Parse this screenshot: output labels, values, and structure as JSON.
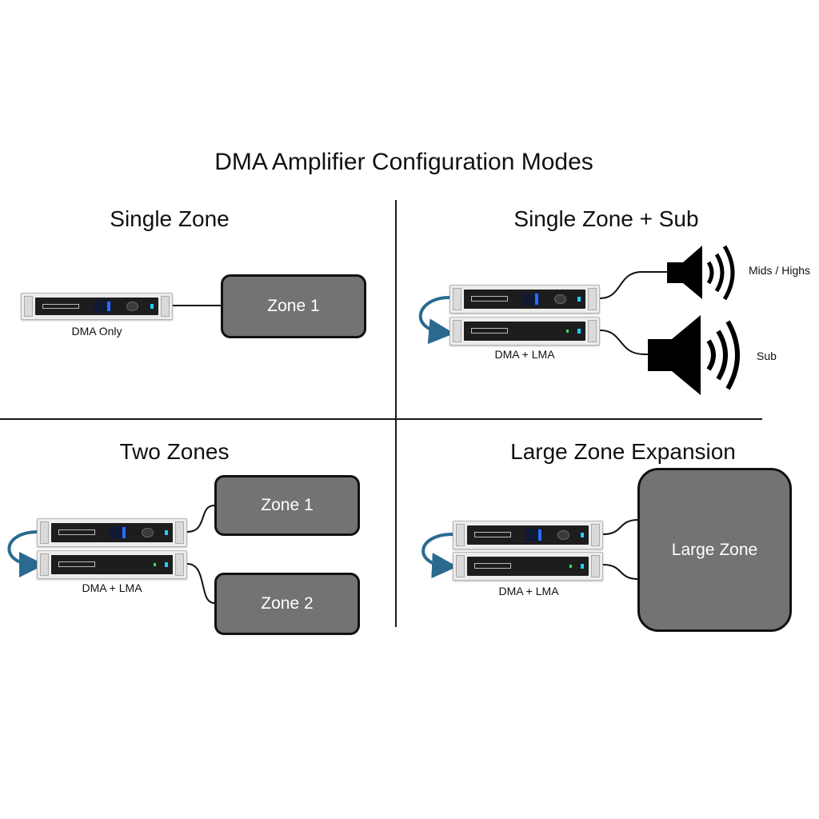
{
  "title": "DMA Amplifier Configuration Modes",
  "quadrants": {
    "single_zone": {
      "title": "Single Zone",
      "caption": "DMA Only",
      "zone": "Zone 1"
    },
    "single_zone_sub": {
      "title": "Single Zone + Sub",
      "caption": "DMA + LMA",
      "speaker_top": "Mids / Highs",
      "speaker_bottom": "Sub"
    },
    "two_zones": {
      "title": "Two Zones",
      "caption": "DMA + LMA",
      "zone_a": "Zone 1",
      "zone_b": "Zone 2"
    },
    "large_zone": {
      "title": "Large Zone Expansion",
      "caption": "DMA + LMA",
      "zone": "Large Zone"
    }
  },
  "colors": {
    "zone_fill": "#737373",
    "loop_arrow": "#2a6a8f",
    "divider": "#1a1a1a"
  },
  "icons": {
    "speaker": "speaker-icon",
    "loop": "loop-arrow-icon"
  }
}
